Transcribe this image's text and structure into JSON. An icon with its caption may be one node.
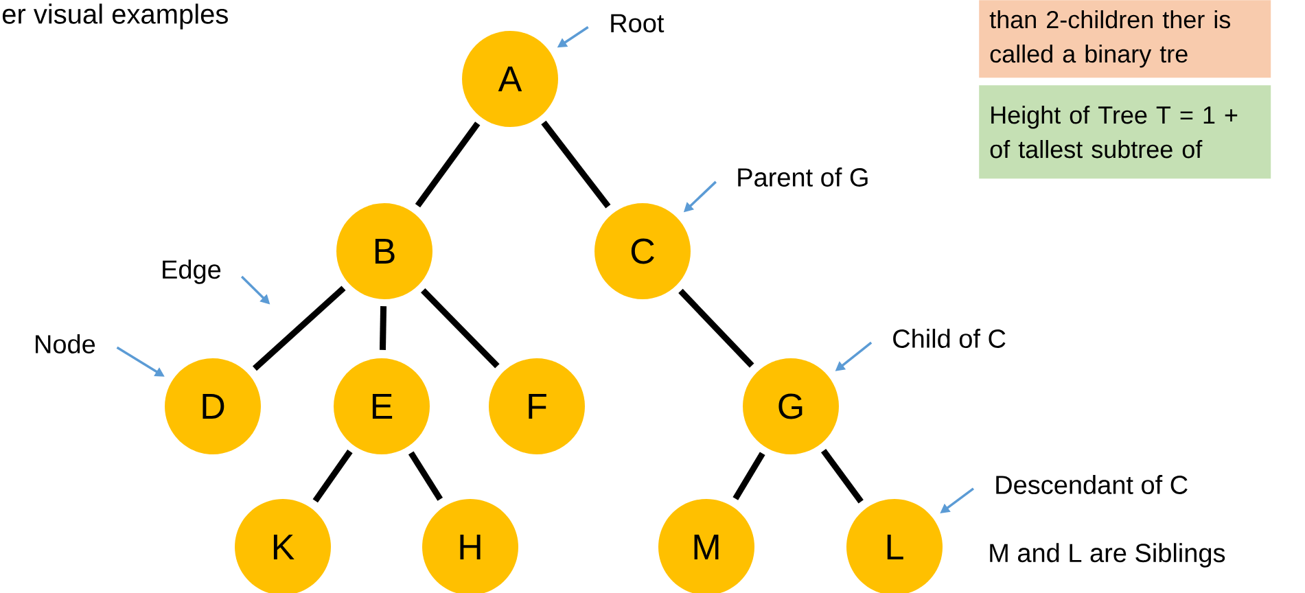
{
  "diagram": {
    "title": "er visual examples",
    "nodes": [
      {
        "text": [
          "A"
        ]
      },
      {
        "text": [
          "B"
        ]
      },
      {
        "text": [
          "C"
        ]
      },
      {
        "text": [
          "D"
        ]
      },
      {
        "text": [
          "E"
        ]
      },
      {
        "text": [
          "F"
        ]
      },
      {
        "text": [
          "G"
        ]
      },
      {
        "text": [
          "K"
        ]
      },
      {
        "text": [
          "H"
        ]
      },
      {
        "text": [
          "M"
        ]
      },
      {
        "text": [
          "L"
        ]
      },
      {
        "text": [
          "Root"
        ]
      },
      {
        "text": [
          "Parent of G"
        ]
      },
      {
        "text": [
          "Edge"
        ]
      },
      {
        "text": [
          "Node"
        ]
      },
      {
        "text": [
          "Child of C"
        ]
      },
      {
        "text": [
          "Descendant of C"
        ]
      },
      {
        "text": [
          "than 2-children ther is called a binary tre"
        ]
      },
      {
        "text": [
          "Height of Tree T = 1 + of tallest subtree of"
        ]
      }
    ],
    "edges": [
      {
        "from": 0,
        "to": 1,
        "arrow": "none"
      },
      {
        "from": 0,
        "to": 2,
        "arrow": "none"
      },
      {
        "from": 1,
        "to": 3,
        "arrow": "none"
      },
      {
        "from": 1,
        "to": 4,
        "arrow": "none"
      },
      {
        "from": 1,
        "to": 5,
        "arrow": "none"
      },
      {
        "from": 2,
        "to": 6,
        "arrow": "none"
      },
      {
        "from": 4,
        "to": 7,
        "arrow": "none"
      },
      {
        "from": 4,
        "to": 8,
        "arrow": "none"
      },
      {
        "from": 6,
        "to": 9,
        "arrow": "none"
      },
      {
        "from": 6,
        "to": 10,
        "arrow": "none"
      },
      {
        "from": 11,
        "to": 0,
        "arrow": "to",
        "color": "#5b9bd5"
      },
      {
        "from": 12,
        "to": 2,
        "arrow": "to",
        "color": "#5b9bd5"
      },
      {
        "from": 13,
        "to": null,
        "arrow": "to",
        "color": "#5b9bd5"
      },
      {
        "from": 14,
        "to": 3,
        "arrow": "to",
        "color": "#5b9bd5"
      },
      {
        "from": 15,
        "to": 6,
        "arrow": "to",
        "color": "#5b9bd5"
      },
      {
        "from": 16,
        "to": 10,
        "arrow": "to",
        "color": "#5b9bd5"
      }
    ],
    "labels": [
      "M and L are Siblings"
    ]
  }
}
